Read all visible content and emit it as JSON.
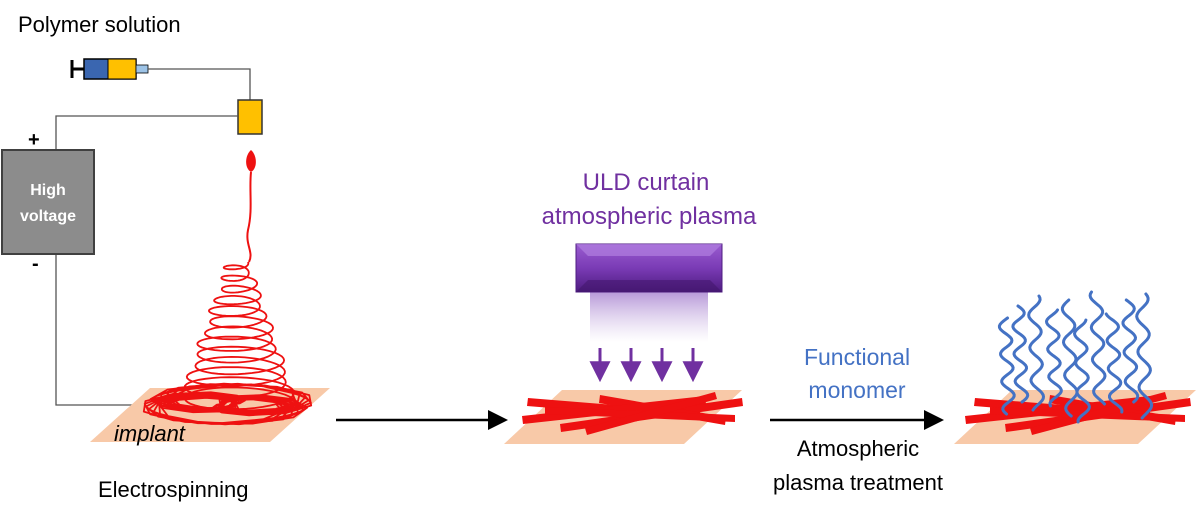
{
  "labels": {
    "polymer_solution": "Polymer solution",
    "high_voltage_line1": "High",
    "high_voltage_line2": "voltage",
    "plus": "+",
    "minus": "-",
    "implant": "implant",
    "electrospinning": "Electrospinning",
    "uld_line1": "ULD curtain",
    "uld_line2": "atmospheric plasma",
    "functional_line1": "Functional",
    "functional_line2": "monomer",
    "treatment_line1": "Atmospheric",
    "treatment_line2": "plasma treatment"
  },
  "colors": {
    "fiber_red": "#ee1111",
    "implant_peach": "#f8c9a8",
    "plasma_purple": "#7030a0",
    "monomer_blue": "#4472c4",
    "syringe_blue": "#3a66b0",
    "nozzle_yellow": "#ffc000",
    "voltage_gray": "#8c8c8c"
  },
  "icons": [
    "syringe-icon",
    "nozzle-icon",
    "high-voltage-box",
    "plasma-source-icon"
  ]
}
